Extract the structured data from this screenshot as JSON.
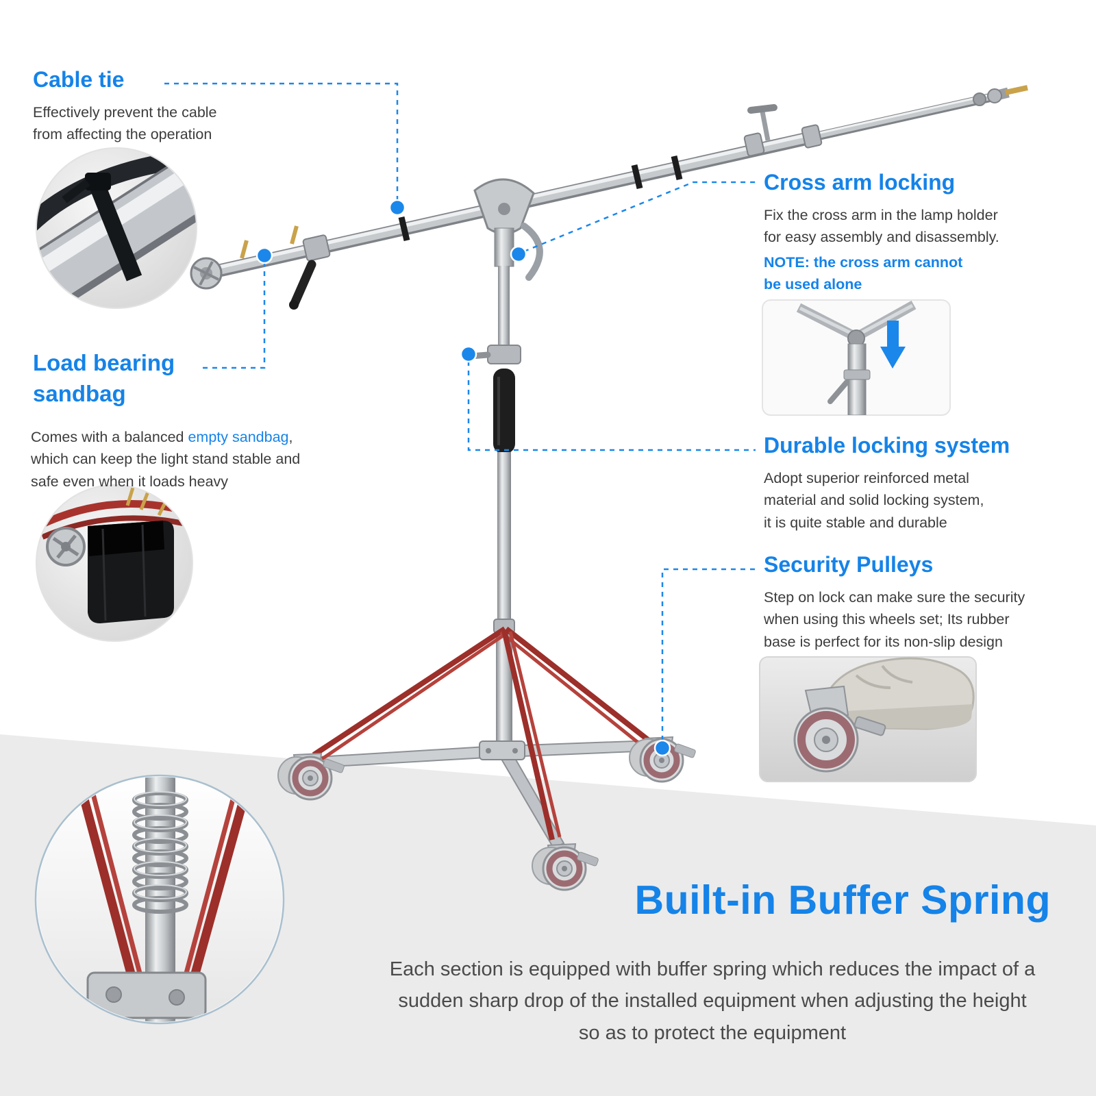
{
  "colors": {
    "accent": "#1583e8",
    "body_text": "#3c3c3c",
    "brace_red": "#9c2f2a",
    "steel": "#c6cacd",
    "floor_gray": "#ebebeb"
  },
  "callouts": {
    "cable_tie": {
      "title": "Cable tie",
      "line1": "Effectively prevent the cable",
      "line2": "from affecting the operation"
    },
    "cross_arm": {
      "title": "Cross arm locking",
      "line1": "Fix the cross arm in the lamp holder",
      "line2": "for easy assembly and disassembly.",
      "note_line1": "NOTE: the cross arm cannot",
      "note_line2": "be used alone"
    },
    "sandbag": {
      "title_line1": "Load bearing",
      "title_line2": "sandbag",
      "line1_before": "Comes with a balanced ",
      "line1_link": "empty sandbag",
      "line1_after": ",",
      "line2": "which can keep the light stand stable and",
      "line3": "safe even when it loads heavy"
    },
    "locking": {
      "title": "Durable locking system",
      "line1": "Adopt superior reinforced metal",
      "line2": "material and solid locking system,",
      "line3": "it is quite stable and durable"
    },
    "pulleys": {
      "title": "Security Pulleys",
      "line1": "Step on lock can make sure the security",
      "line2": "when using this wheels set; Its rubber",
      "line3": "base is perfect for its non-slip design"
    },
    "buffer_spring": {
      "title": "Built-in Buffer Spring",
      "line1": "Each section is equipped with buffer spring which reduces the impact of a",
      "line2": "sudden sharp drop of the installed equipment when adjusting the height",
      "line3": "so as to protect the equipment"
    }
  }
}
